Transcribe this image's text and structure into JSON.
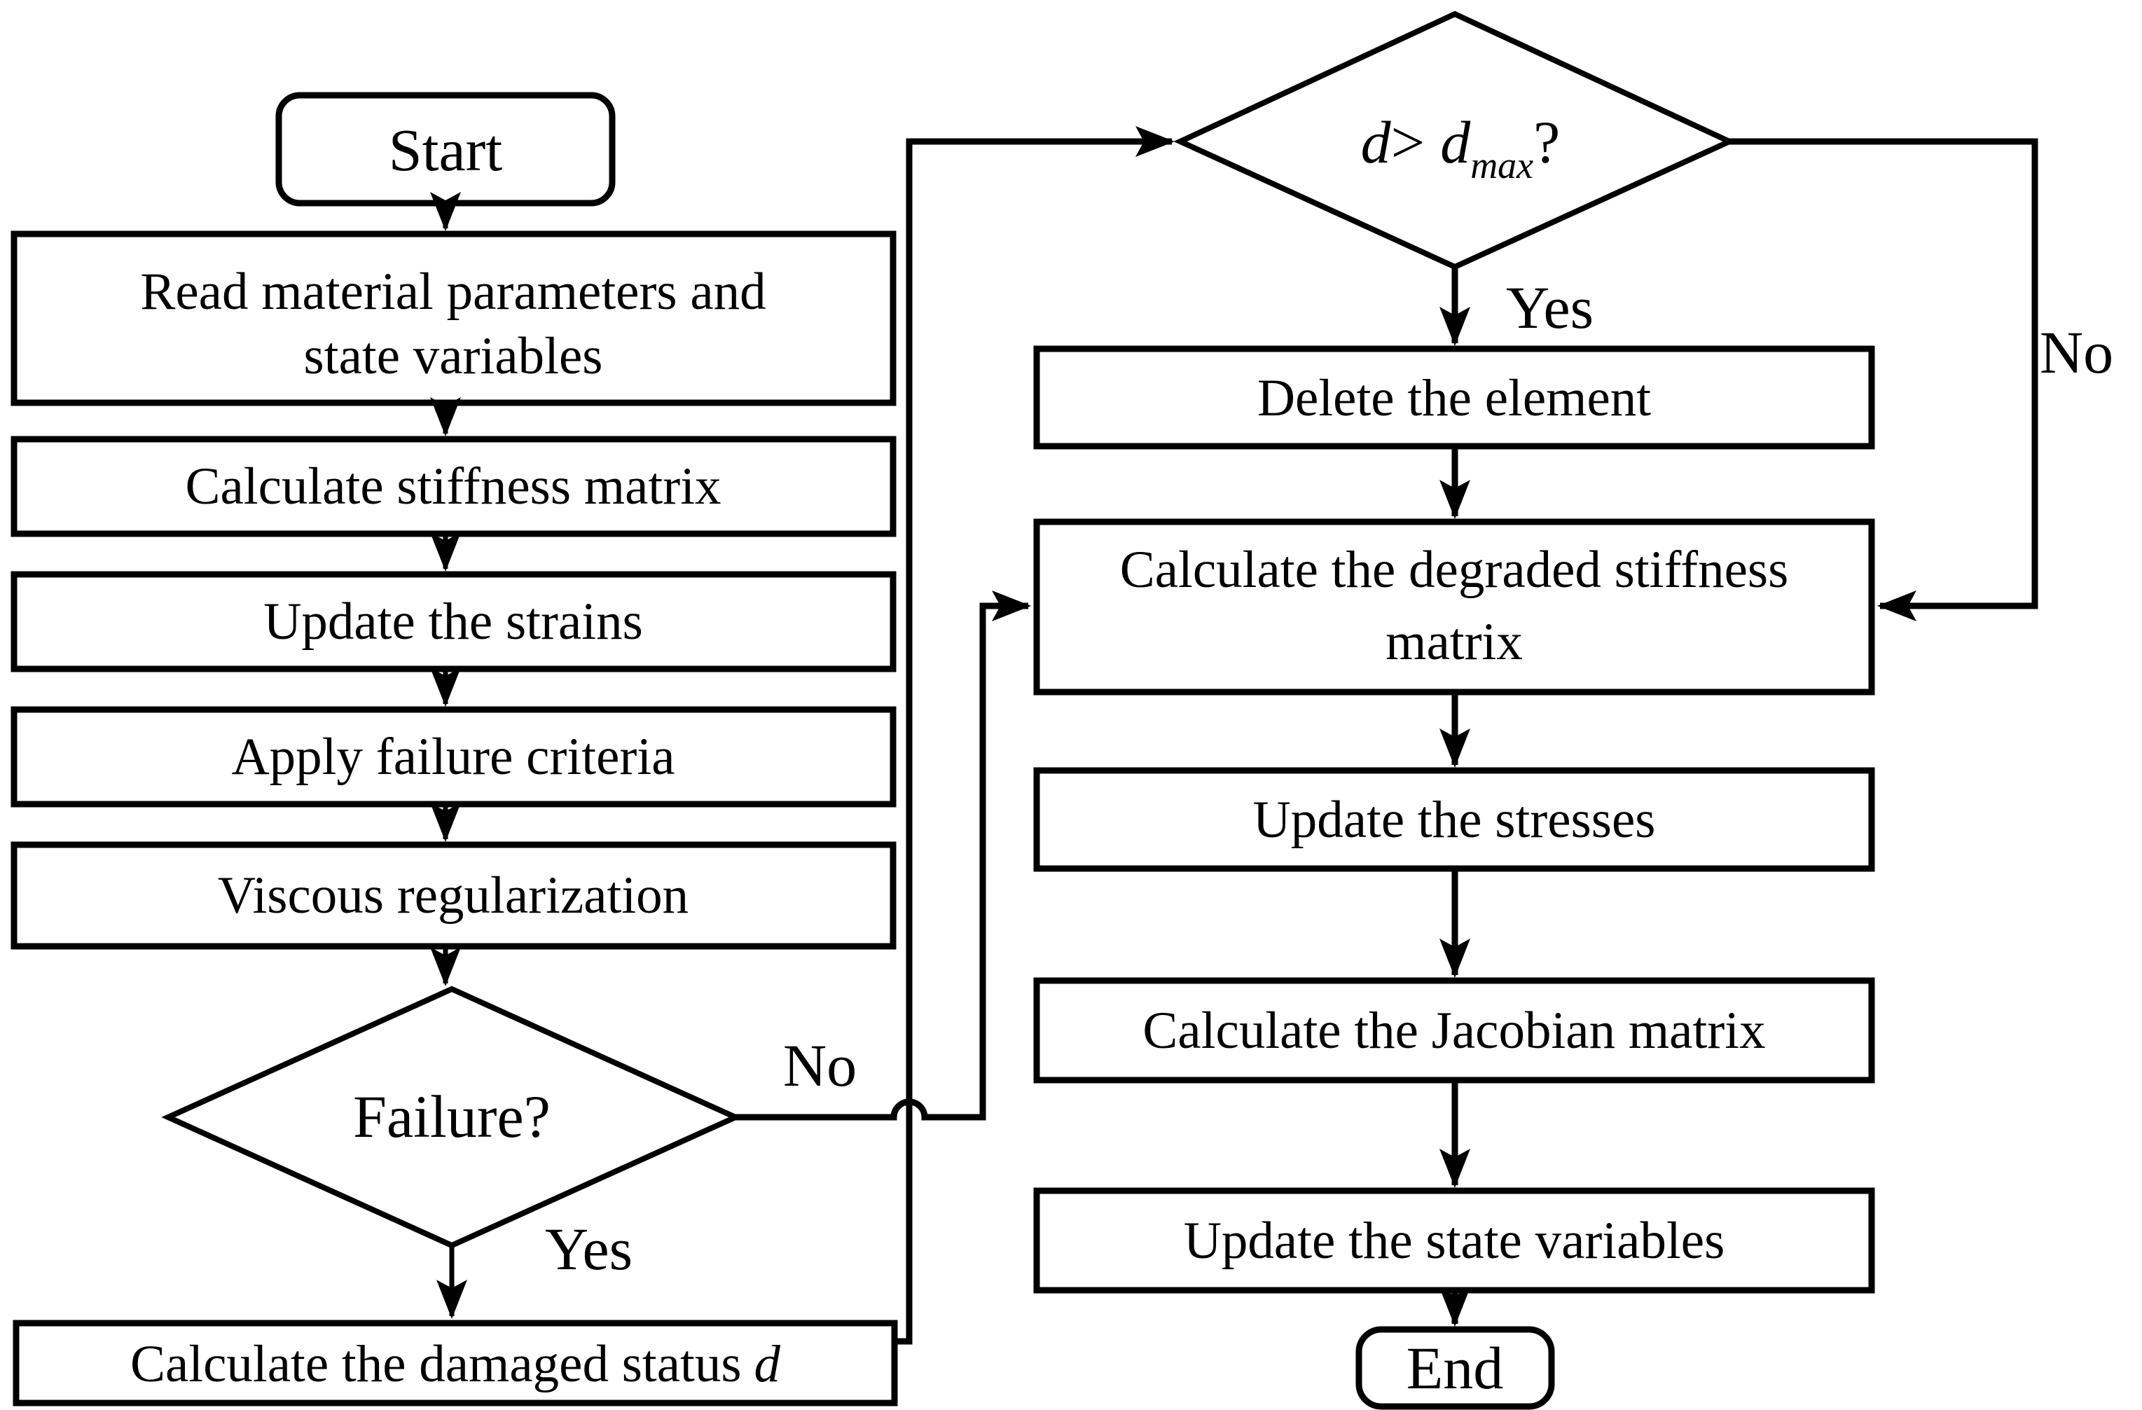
{
  "figure": {
    "type": "flowchart",
    "background_color": "#ffffff",
    "ink_color": "#000000"
  },
  "nodes": {
    "start": {
      "label": "Start",
      "shape": "rounded"
    },
    "read_params": {
      "line1": "Read material parameters and",
      "line2": "state variables",
      "shape": "rect"
    },
    "calc_stiffness": {
      "label": "Calculate stiffness matrix",
      "shape": "rect"
    },
    "update_strains": {
      "label": "Update the strains",
      "shape": "rect"
    },
    "apply_failure": {
      "label": "Apply failure criteria",
      "shape": "rect"
    },
    "viscous": {
      "label": "Viscous regularization",
      "shape": "rect"
    },
    "failure_decision": {
      "label": "Failure?",
      "shape": "diamond"
    },
    "calc_damage": {
      "text": "Calculate the damaged status",
      "variable": "d",
      "shape": "rect"
    },
    "dmax_decision": {
      "lhs": "d",
      "operator": ">",
      "rhs": "d",
      "rhs_subscript": "max",
      "suffix": "?",
      "shape": "diamond"
    },
    "delete_element": {
      "label": "Delete the element",
      "shape": "rect"
    },
    "calc_degraded": {
      "line1": "Calculate the degraded stiffness",
      "line2": "matrix",
      "shape": "rect"
    },
    "update_stresses": {
      "label": "Update the stresses",
      "shape": "rect"
    },
    "calc_jacobian": {
      "label": "Calculate the Jacobian matrix",
      "shape": "rect"
    },
    "update_state": {
      "label": "Update the state variables",
      "shape": "rect"
    },
    "end": {
      "label": "End",
      "shape": "rounded"
    }
  },
  "edge_labels": {
    "failure_yes": "Yes",
    "failure_no": "No",
    "dmax_yes": "Yes",
    "dmax_no": "No"
  }
}
